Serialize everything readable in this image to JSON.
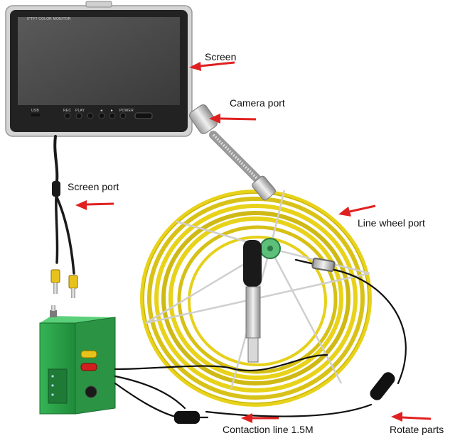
{
  "labels": {
    "screen": "Screen",
    "camera_port": "Camera port",
    "screen_port": "Screen port",
    "line_wheel_port": "Line wheel port",
    "contaction_line": "Contaction line 1.5M",
    "rotate_parts": "Rotate parts"
  },
  "monitor": {
    "brand": "9\"TFT COLOR MONITOR",
    "buttons": [
      "USB",
      "REC",
      "PLAY",
      "◄",
      "►",
      "POWER"
    ]
  },
  "colors": {
    "arrow": "#e02020",
    "cable_yellow": "#e8d21a",
    "box_green": "#2ea84a",
    "monitor_frame": "#2a2a2a",
    "frame_silver": "#c8c8c8"
  },
  "icons": [
    "arrow-left-icon"
  ]
}
